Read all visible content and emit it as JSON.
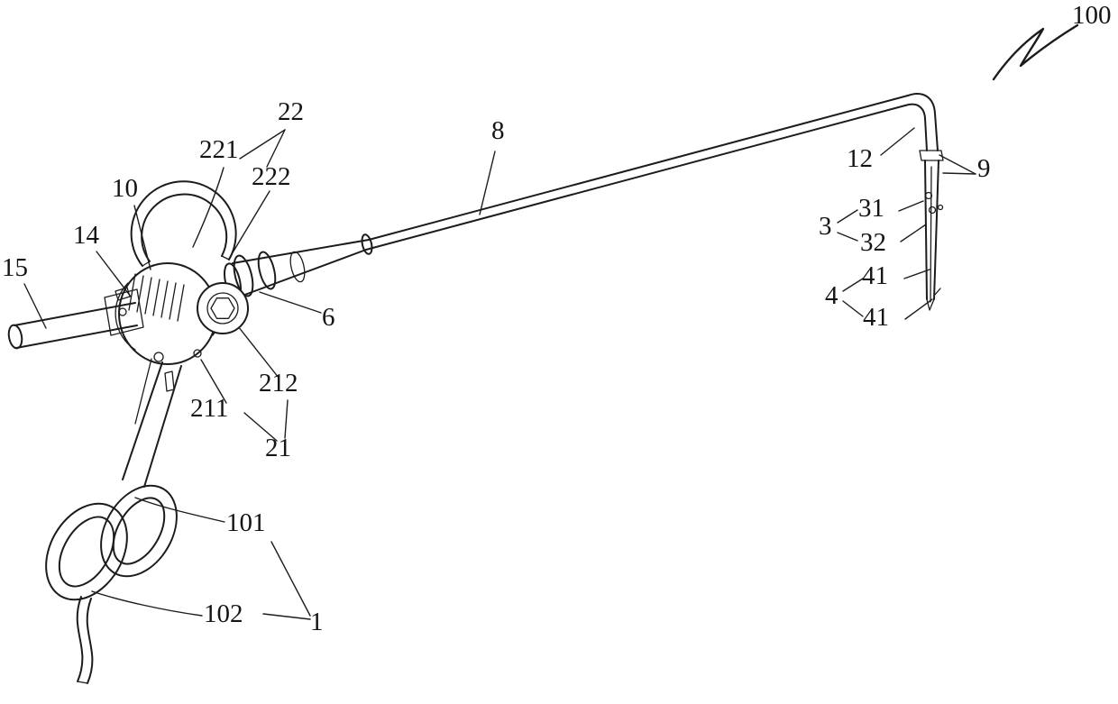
{
  "figure": {
    "type": "patent-line-drawing",
    "subject": "surgical-instrument-assembly",
    "background_color": "#ffffff",
    "line_color": "#1c1c1c"
  },
  "labels": {
    "l100": "100",
    "l22": "22",
    "l221": "221",
    "l222": "222",
    "l10": "10",
    "l14": "14",
    "l15": "15",
    "l8": "8",
    "l12": "12",
    "l9": "9",
    "l3": "3",
    "l31": "31",
    "l32": "32",
    "l4": "4",
    "l41a": "41",
    "l41b": "41",
    "l6": "6",
    "l212": "212",
    "l211": "211",
    "l21": "21",
    "l101": "101",
    "l102": "102",
    "l1": "1"
  }
}
